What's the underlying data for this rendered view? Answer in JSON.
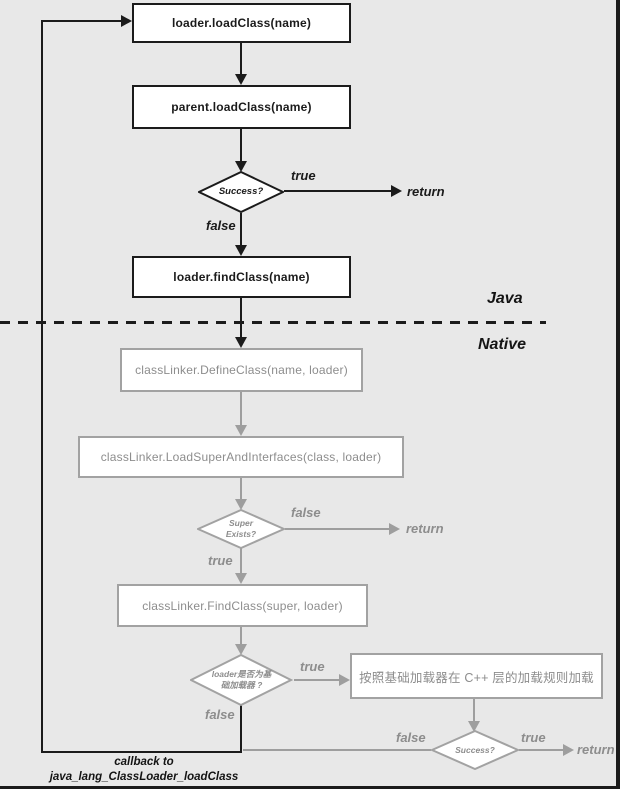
{
  "diagram": {
    "nodes": {
      "loader_load_class": "loader.loadClass(name)",
      "parent_load_class": "parent.loadClass(name)",
      "success_java": "Success?",
      "loader_find_class": "loader.findClass(name)",
      "define_class": "classLinker.DefineClass(name, loader)",
      "load_super_and_interfaces": "classLinker.LoadSuperAndInterfaces(class, loader)",
      "super_exists": {
        "line1": "Super",
        "line2": "Exists?"
      },
      "find_class_native": "classLinker.FindClass(super, loader)",
      "is_base_loader": {
        "line1": "loader是否为基",
        "line2": "础加载器 ?"
      },
      "cpp_load_rule": "按照基础加载器在 C++ 层的加载规则加载",
      "success_native": "Success?"
    },
    "labels": {
      "true_java": "true",
      "false_java": "false",
      "return_java": "return",
      "false_super": "false",
      "return_super": "return",
      "true_super": "true",
      "true_base": "true",
      "false_base": "false",
      "false_native": "false",
      "true_native": "true",
      "return_native": "return"
    },
    "regions": {
      "java": "Java",
      "native": "Native"
    },
    "callback": {
      "line1": "callback to",
      "line2": "java_lang_ClassLoader_loadClass"
    },
    "colors": {
      "background": "#e8e8e8",
      "java_ink": "#1b1b1b",
      "native_line": "#9e9e9e",
      "native_text": "#8d8d8d",
      "box_fill": "#ffffff"
    }
  }
}
